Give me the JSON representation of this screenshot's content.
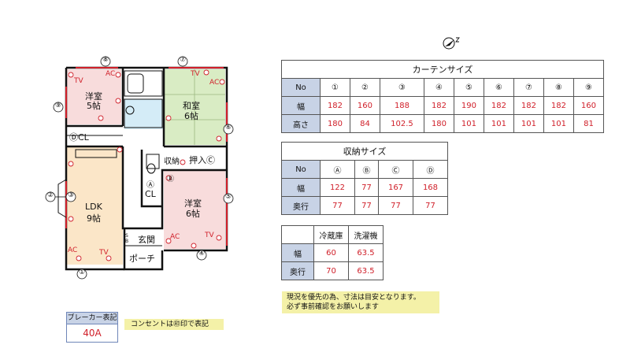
{
  "floorplan": {
    "rooms": {
      "western1_name": "洋室",
      "western1_size": "5帖",
      "japanese_name": "和室",
      "japanese_size": "6帖",
      "ldk_name": "LDK",
      "ldk_size": "9帖",
      "western2_name": "洋室",
      "western2_size": "6帖",
      "dcl": "ⒹCL",
      "acl_a": "Ⓐ",
      "acl_cl": "CL",
      "storage": "収納",
      "oshiire": "押入Ⓒ",
      "b_mark": "Ⓑ",
      "genkan": "玄関",
      "porch": "ポーチ",
      "sb": "SB"
    },
    "labels": {
      "ac": "AC",
      "tv": "TV"
    },
    "window_markers": [
      "①",
      "②",
      "③",
      "④",
      "⑤",
      "⑥",
      "⑦",
      "⑧",
      "⑨"
    ]
  },
  "curtain_table": {
    "title": "カーテンサイズ",
    "header_label": "No",
    "numbers": [
      "①",
      "②",
      "③",
      "④",
      "⑤",
      "⑥",
      "⑦",
      "⑧",
      "⑨"
    ],
    "rows": [
      {
        "label": "幅",
        "values": [
          "182",
          "160",
          "188",
          "182",
          "190",
          "182",
          "182",
          "182",
          "160"
        ]
      },
      {
        "label": "高さ",
        "values": [
          "180",
          "84",
          "102.5",
          "180",
          "101",
          "101",
          "101",
          "101",
          "81"
        ]
      }
    ]
  },
  "storage_table": {
    "title": "収納サイズ",
    "header_label": "No",
    "letters": [
      "Ⓐ",
      "Ⓑ",
      "Ⓒ",
      "Ⓓ"
    ],
    "rows": [
      {
        "label": "幅",
        "values": [
          "122",
          "77",
          "167",
          "168"
        ]
      },
      {
        "label": "奥行",
        "values": [
          "77",
          "77",
          "77",
          "77"
        ]
      }
    ]
  },
  "appliance_table": {
    "headers": [
      "冷蔵庫",
      "洗濯機"
    ],
    "rows": [
      {
        "label": "幅",
        "values": [
          "60",
          "63.5"
        ]
      },
      {
        "label": "奥行",
        "values": [
          "70",
          "63.5"
        ]
      }
    ]
  },
  "note": {
    "line1": "現況を優先の為、寸法は目安となります。",
    "line2": "必ず事前確認をお願いします"
  },
  "breaker": {
    "title": "ブレーカー表記",
    "value": "40A"
  },
  "outlet_note": "コンセントは㊞印で表記",
  "colors": {
    "header_fill": "#c8d3e6",
    "value_red": "#d0202a",
    "note_yellow": "#f4f1a8",
    "western_pink": "#f8dcdc",
    "japanese_green": "#d9ecc4",
    "ldk_orange": "#fbe6c8",
    "bath_blue": "#d4ecf7"
  }
}
